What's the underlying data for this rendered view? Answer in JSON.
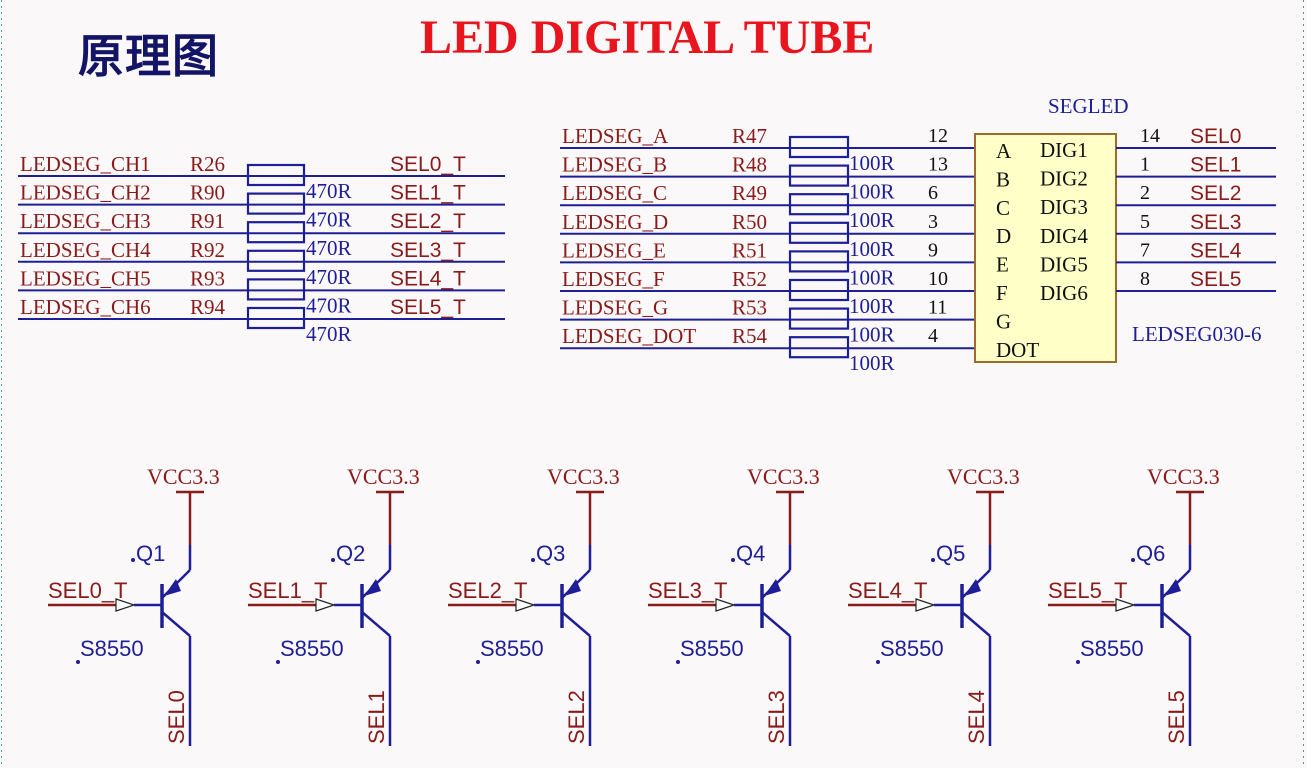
{
  "heading": "原理图",
  "title": "LED DIGITAL TUBE",
  "colors": {
    "net": "#8b1a1a",
    "wire": "#1e1e96",
    "label": "#1e1e96",
    "component_fill": "#ffffc8",
    "title": "#e8141e",
    "heading": "#141466"
  },
  "left_block": {
    "rows": [
      {
        "net": "LEDSEG_CH1",
        "ref": "R26",
        "value": "470R",
        "out": "SEL0_T"
      },
      {
        "net": "LEDSEG_CH2",
        "ref": "R90",
        "value": "470R",
        "out": "SEL1_T"
      },
      {
        "net": "LEDSEG_CH3",
        "ref": "R91",
        "value": "470R",
        "out": "SEL2_T"
      },
      {
        "net": "LEDSEG_CH4",
        "ref": "R92",
        "value": "470R",
        "out": "SEL3_T"
      },
      {
        "net": "LEDSEG_CH5",
        "ref": "R93",
        "value": "470R",
        "out": "SEL4_T"
      },
      {
        "net": "LEDSEG_CH6",
        "ref": "R94",
        "value": "470R",
        "out": "SEL5_T"
      }
    ]
  },
  "segment_block": {
    "component_ref": "SEGLED",
    "component_part": "LEDSEG030-6",
    "rows": [
      {
        "net": "LEDSEG_A",
        "ref": "R47",
        "value": "100R",
        "pin": "12",
        "seg": "A"
      },
      {
        "net": "LEDSEG_B",
        "ref": "R48",
        "value": "100R",
        "pin": "13",
        "seg": "B"
      },
      {
        "net": "LEDSEG_C",
        "ref": "R49",
        "value": "100R",
        "pin": "6",
        "seg": "C"
      },
      {
        "net": "LEDSEG_D",
        "ref": "R50",
        "value": "100R",
        "pin": "3",
        "seg": "D"
      },
      {
        "net": "LEDSEG_E",
        "ref": "R51",
        "value": "100R",
        "pin": "9",
        "seg": "E"
      },
      {
        "net": "LEDSEG_F",
        "ref": "R52",
        "value": "100R",
        "pin": "10",
        "seg": "F"
      },
      {
        "net": "LEDSEG_G",
        "ref": "R53",
        "value": "100R",
        "pin": "11",
        "seg": "G"
      },
      {
        "net": "LEDSEG_DOT",
        "ref": "R54",
        "value": "100R",
        "pin": "4",
        "seg": "DOT"
      }
    ],
    "digits": [
      {
        "dig": "DIG1",
        "pin": "14",
        "net": "SEL0"
      },
      {
        "dig": "DIG2",
        "pin": "1",
        "net": "SEL1"
      },
      {
        "dig": "DIG3",
        "pin": "2",
        "net": "SEL2"
      },
      {
        "dig": "DIG4",
        "pin": "5",
        "net": "SEL3"
      },
      {
        "dig": "DIG5",
        "pin": "7",
        "net": "SEL4"
      },
      {
        "dig": "DIG6",
        "pin": "8",
        "net": "SEL5"
      }
    ]
  },
  "transistors": [
    {
      "ref": "Q1",
      "part": "S8550",
      "vcc": "VCC3.3",
      "base_net": "SEL0_T",
      "collector_net": "SEL0"
    },
    {
      "ref": "Q2",
      "part": "S8550",
      "vcc": "VCC3.3",
      "base_net": "SEL1_T",
      "collector_net": "SEL1"
    },
    {
      "ref": "Q3",
      "part": "S8550",
      "vcc": "VCC3.3",
      "base_net": "SEL2_T",
      "collector_net": "SEL2"
    },
    {
      "ref": "Q4",
      "part": "S8550",
      "vcc": "VCC3.3",
      "base_net": "SEL3_T",
      "collector_net": "SEL3"
    },
    {
      "ref": "Q5",
      "part": "S8550",
      "vcc": "VCC3.3",
      "base_net": "SEL4_T",
      "collector_net": "SEL4"
    },
    {
      "ref": "Q6",
      "part": "S8550",
      "vcc": "VCC3.3",
      "base_net": "SEL5_T",
      "collector_net": "SEL5"
    }
  ]
}
